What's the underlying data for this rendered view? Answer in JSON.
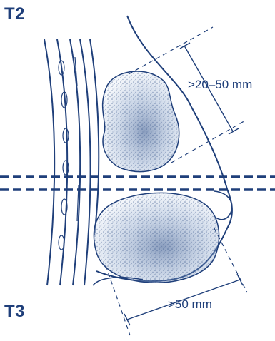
{
  "labels": {
    "t2": "T2",
    "t3": "T3"
  },
  "measurements": {
    "t2": ">20–50 mm",
    "t3": ">50 mm"
  },
  "colors": {
    "primary": "#1f3f7a",
    "tumor_fill": "#e6edf6"
  }
}
